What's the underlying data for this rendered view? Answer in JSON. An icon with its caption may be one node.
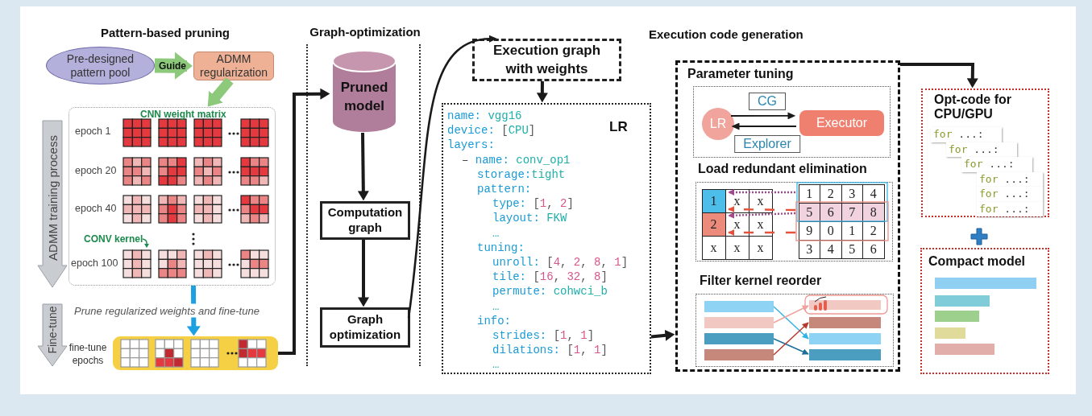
{
  "diagram": {
    "nodes": [
      {
        "text": [
          "Pre-designed pattern pool"
        ]
      },
      {
        "text": [
          "ADMM regularization"
        ]
      },
      {
        "text": [
          "CNN weight matrix"
        ]
      },
      {
        "text": [],
        "shape": "box",
        "beside": [
          "fine-tune epochs"
        ]
      },
      {
        "text": [
          "Graph-optimization"
        ]
      },
      {
        "text": [
          "Pruned model"
        ],
        "in": 4
      },
      {
        "text": [
          "Computation graph"
        ],
        "in": 4
      },
      {
        "text": [
          "Graph optimization"
        ],
        "in": 4
      },
      {
        "text": [
          "Execution graph with weights"
        ]
      },
      {
        "text": [
          "LR",
          "name: vgg16",
          "device: [CPU]",
          "layers:",
          "– name: conv_op1",
          "storage:tight",
          "pattern:",
          "type: [1, 2]",
          "layout: FKW",
          "…",
          "tuning:",
          "unroll: [4, 2, 8, 1]",
          "tile: [16, 32, 8]",
          "permute: cohwci_b",
          "…",
          "info:",
          "strides: [1, 1]",
          "dilations: [1, 1]",
          "…"
        ]
      },
      {
        "text": [
          "Execution code generation"
        ]
      },
      {
        "text": [
          "Parameter tuning"
        ],
        "in": 10
      },
      {
        "text": [
          "LR"
        ],
        "in": 11
      },
      {
        "text": [
          "Executor"
        ],
        "in": 11
      },
      {
        "text": [
          "Load redundant elimination"
        ],
        "in": 10
      },
      {
        "text": [
          "Filter kernel reorder"
        ],
        "in": 10
      },
      {
        "text": [
          "Opt-code for CPU/GPU",
          "for ...:",
          "for ...:",
          "for ...:",
          "for ...:",
          "for ...:",
          "for ...:"
        ]
      },
      {
        "text": [
          "Compact model"
        ]
      }
    ],
    "edges": [
      {
        "from": 0,
        "to": 1,
        "arrow": "to",
        "label": "Guide",
        "style": "thick",
        "color": "#8cc97a"
      },
      {
        "from": 1,
        "to": 2,
        "arrow": "to",
        "style": "thick",
        "color": "#8cc97a"
      },
      {
        "from": 2,
        "to": 3,
        "arrow": "to",
        "label": "Prune regularized weights and fine-tune",
        "color": "#1ba1e2"
      },
      {
        "from": 3,
        "to": 5,
        "arrow": "to"
      },
      {
        "from": 5,
        "to": 6,
        "arrow": "to"
      },
      {
        "from": 6,
        "to": 7,
        "arrow": "to"
      },
      {
        "from": 7,
        "to": 8,
        "arrow": "to"
      },
      {
        "from": 8,
        "to": 9,
        "arrow": "to"
      },
      {
        "from": 9,
        "to": 10,
        "arrow": "to"
      },
      {
        "from": 10,
        "to": 16,
        "arrow": "to"
      },
      {
        "from": 12,
        "to": 13,
        "arrow": "to",
        "label": "CG"
      },
      {
        "from": 13,
        "to": 12,
        "arrow": "to",
        "label": "Explorer"
      }
    ],
    "labels": [
      "Pattern-based pruning",
      "ADMM training process",
      "epoch 1",
      "epoch 20",
      "epoch 40",
      "CONV kernel",
      "epoch 100",
      "Fine-tune",
      "1",
      "x",
      "x",
      "2",
      "x",
      "x",
      "x",
      "x",
      "x",
      "1",
      "2",
      "3",
      "4",
      "5",
      "6",
      "7",
      "8",
      "9",
      "0",
      "1",
      "2",
      "3",
      "4",
      "5",
      "6"
    ]
  }
}
